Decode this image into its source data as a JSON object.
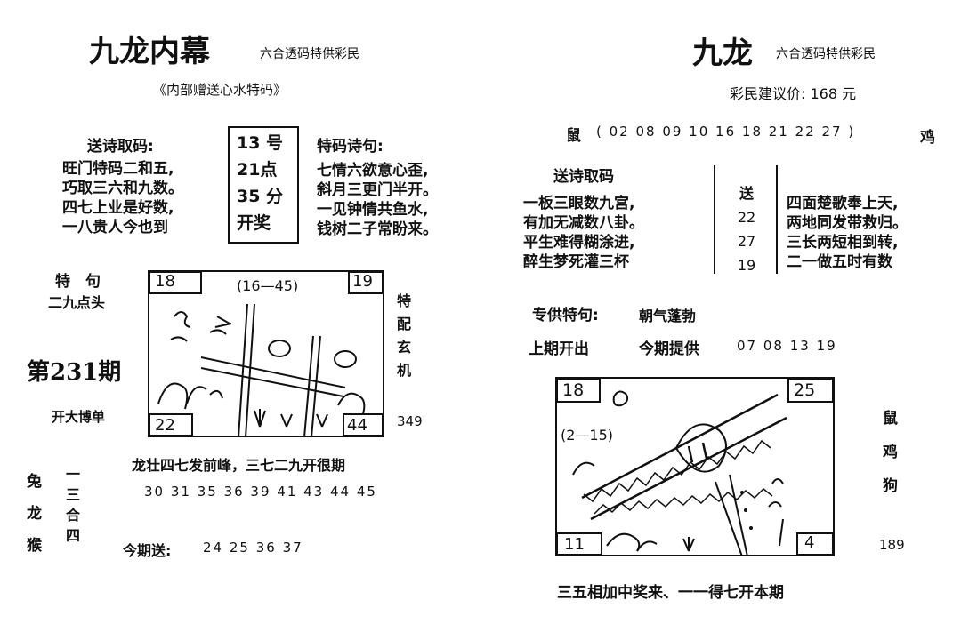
{
  "left": {
    "title": "九龙内幕",
    "subtitle": "六合透码特供彩民",
    "inner_note": "《内部赠送心水特码》",
    "poem_heading": "送诗取码:",
    "poem_lines": [
      "旺门特码二和五,",
      "巧取三六和九数。",
      "四七上业是好数,",
      "一八贵人今也到"
    ],
    "draw_time": [
      "13 号",
      "21点",
      "35 分",
      "开奖"
    ],
    "tema_heading": "特码诗句:",
    "tema_lines": [
      "七情六欲意心歪,",
      "斜月三更门半开。",
      "一见钟情共鱼水,",
      "钱树二子常盼来。"
    ],
    "te_ju_title": "特　句",
    "te_ju_text": "二九点头",
    "issue": "第231期",
    "kai_da": "开大博单",
    "te_pei": [
      "特",
      "配",
      "玄",
      "机"
    ],
    "number_349": "349",
    "picture": {
      "corner_tl": "18",
      "corner_tr": "19",
      "corner_bl": "22",
      "corner_br": "44",
      "scribble": "(16—45)"
    },
    "dragon_line": "龙壮四七发前峰，三七二九开很期",
    "dragon_numbers": "30 31 35 36 39 41 43 44 45",
    "zodiac_col": [
      "兔",
      "龙",
      "猴"
    ],
    "sanhe_col": [
      "一",
      "三",
      "合",
      "四"
    ],
    "today_send_label": "今期送:",
    "today_send_numbers": "24 25 36 37"
  },
  "right": {
    "title": "九龙",
    "subtitle": "六合透码特供彩民",
    "price": "彩民建议价: 168 元",
    "rat_label": "鼠",
    "rat_numbers": "( 02 08 09 10 16 18 21 22 27 )",
    "rooster_label": "鸡",
    "poem_heading": "送诗取码",
    "poem_lines": [
      "一板三眼数九宫,",
      "有加无减数八卦。",
      "平生难得糊涂进,",
      "醉生梦死灌三杯"
    ],
    "send_col": [
      "送",
      "22",
      "27",
      "19"
    ],
    "poem2_lines": [
      "四面楚歌奉上天,",
      "两地同发带救归。",
      "三长两短相到转,",
      "二一做五时有数"
    ],
    "special_label": "专供特句:",
    "special_text": "朝气蓬勃",
    "last_label": "上期开出",
    "today_label": "今期提供",
    "today_numbers": "07 08 13 19",
    "picture": {
      "corner_tl": "18",
      "corner_tr": "25",
      "corner_bl": "11",
      "corner_br": "4",
      "scribble": "(2—15)"
    },
    "zodiac_col": [
      "鼠",
      "鸡",
      "狗"
    ],
    "number_189": "189",
    "bottom_line": "三五相加中奖来、一一得七开本期"
  }
}
